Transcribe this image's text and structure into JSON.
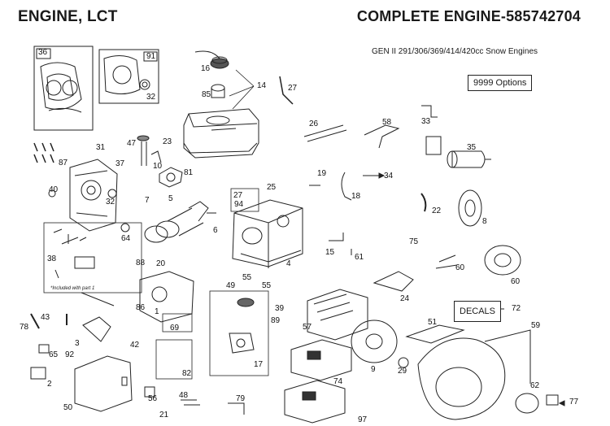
{
  "header": {
    "title_left": "ENGINE, LCT",
    "title_right": "COMPLETE ENGINE-585742704"
  },
  "subtitle": "GEN II 291/306/369/414/420cc Snow Engines",
  "options_label": "9999 Options",
  "decals_label": "DECALS",
  "decals_callout": "72",
  "gasket_kit_callouts": [
    "36",
    "91"
  ],
  "footnote": "*Included with part 1",
  "callouts": [
    {
      "id": "c-16",
      "text": "16"
    },
    {
      "id": "c-14",
      "text": "14"
    },
    {
      "id": "c-27a",
      "text": "27"
    },
    {
      "id": "c-85",
      "text": "85"
    },
    {
      "id": "c-32a",
      "text": "32"
    },
    {
      "id": "c-26",
      "text": "26"
    },
    {
      "id": "c-58",
      "text": "58"
    },
    {
      "id": "c-33",
      "text": "33"
    },
    {
      "id": "c-31",
      "text": "31"
    },
    {
      "id": "c-47",
      "text": "47"
    },
    {
      "id": "c-23",
      "text": "23"
    },
    {
      "id": "c-35",
      "text": "35"
    },
    {
      "id": "c-87",
      "text": "87"
    },
    {
      "id": "c-37",
      "text": "37"
    },
    {
      "id": "c-10",
      "text": "10"
    },
    {
      "id": "c-81",
      "text": "81"
    },
    {
      "id": "c-19",
      "text": "19"
    },
    {
      "id": "c-34",
      "text": "34"
    },
    {
      "id": "c-40",
      "text": "40"
    },
    {
      "id": "c-32b",
      "text": "32"
    },
    {
      "id": "c-7",
      "text": "7"
    },
    {
      "id": "c-5",
      "text": "5"
    },
    {
      "id": "c-27b",
      "text": "27"
    },
    {
      "id": "c-94",
      "text": "94"
    },
    {
      "id": "c-25",
      "text": "25"
    },
    {
      "id": "c-18",
      "text": "18"
    },
    {
      "id": "c-22",
      "text": "22"
    },
    {
      "id": "c-8",
      "text": "8"
    },
    {
      "id": "c-64",
      "text": "64"
    },
    {
      "id": "c-6",
      "text": "6"
    },
    {
      "id": "c-75",
      "text": "75"
    },
    {
      "id": "c-15",
      "text": "15"
    },
    {
      "id": "c-61",
      "text": "61"
    },
    {
      "id": "c-38",
      "text": "38"
    },
    {
      "id": "c-88",
      "text": "88"
    },
    {
      "id": "c-20",
      "text": "20"
    },
    {
      "id": "c-4",
      "text": "4"
    },
    {
      "id": "c-60a",
      "text": "60"
    },
    {
      "id": "c-55a",
      "text": "55"
    },
    {
      "id": "c-60b",
      "text": "60"
    },
    {
      "id": "c-49",
      "text": "49"
    },
    {
      "id": "c-55b",
      "text": "55"
    },
    {
      "id": "c-24",
      "text": "24"
    },
    {
      "id": "c-86",
      "text": "86"
    },
    {
      "id": "c-1",
      "text": "1"
    },
    {
      "id": "c-39",
      "text": "39"
    },
    {
      "id": "c-43",
      "text": "43"
    },
    {
      "id": "c-89",
      "text": "89"
    },
    {
      "id": "c-57",
      "text": "57"
    },
    {
      "id": "c-78",
      "text": "78"
    },
    {
      "id": "c-69",
      "text": "69"
    },
    {
      "id": "c-51",
      "text": "51"
    },
    {
      "id": "c-59",
      "text": "59"
    },
    {
      "id": "c-3",
      "text": "3"
    },
    {
      "id": "c-42",
      "text": "42"
    },
    {
      "id": "c-65",
      "text": "65"
    },
    {
      "id": "c-92",
      "text": "92"
    },
    {
      "id": "c-17",
      "text": "17"
    },
    {
      "id": "c-9",
      "text": "9"
    },
    {
      "id": "c-29",
      "text": "29"
    },
    {
      "id": "c-82",
      "text": "82"
    },
    {
      "id": "c-2",
      "text": "2"
    },
    {
      "id": "c-74",
      "text": "74"
    },
    {
      "id": "c-62",
      "text": "62"
    },
    {
      "id": "c-56",
      "text": "56"
    },
    {
      "id": "c-48",
      "text": "48"
    },
    {
      "id": "c-79",
      "text": "79"
    },
    {
      "id": "c-77",
      "text": "77"
    },
    {
      "id": "c-50",
      "text": "50"
    },
    {
      "id": "c-21",
      "text": "21"
    },
    {
      "id": "c-97",
      "text": "97"
    }
  ]
}
